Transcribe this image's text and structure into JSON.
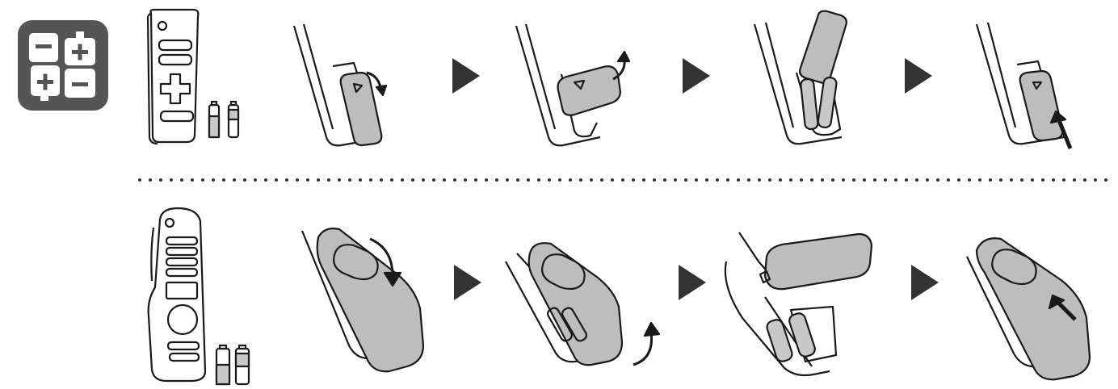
{
  "battery_icon": {
    "icon": "battery-polarity-icon",
    "background": "#555555",
    "symbols": [
      "−",
      "+",
      "+",
      "−"
    ]
  },
  "rows": [
    {
      "id": "standard-remote",
      "steps": [
        "overview",
        "press-cover",
        "lift-cover",
        "insert-batteries",
        "close-cover"
      ]
    },
    {
      "id": "magic-remote",
      "steps": [
        "overview",
        "slide-cover",
        "lift-cover",
        "insert-batteries",
        "close-cover"
      ]
    }
  ],
  "battery_marks": {
    "plus": "+",
    "minus": "−"
  },
  "colors": {
    "outline": "#1a1a1a",
    "cover_fill": "#bdbdbd",
    "battery_fill": "#c8c8c8",
    "step_arrow": "#333333"
  }
}
